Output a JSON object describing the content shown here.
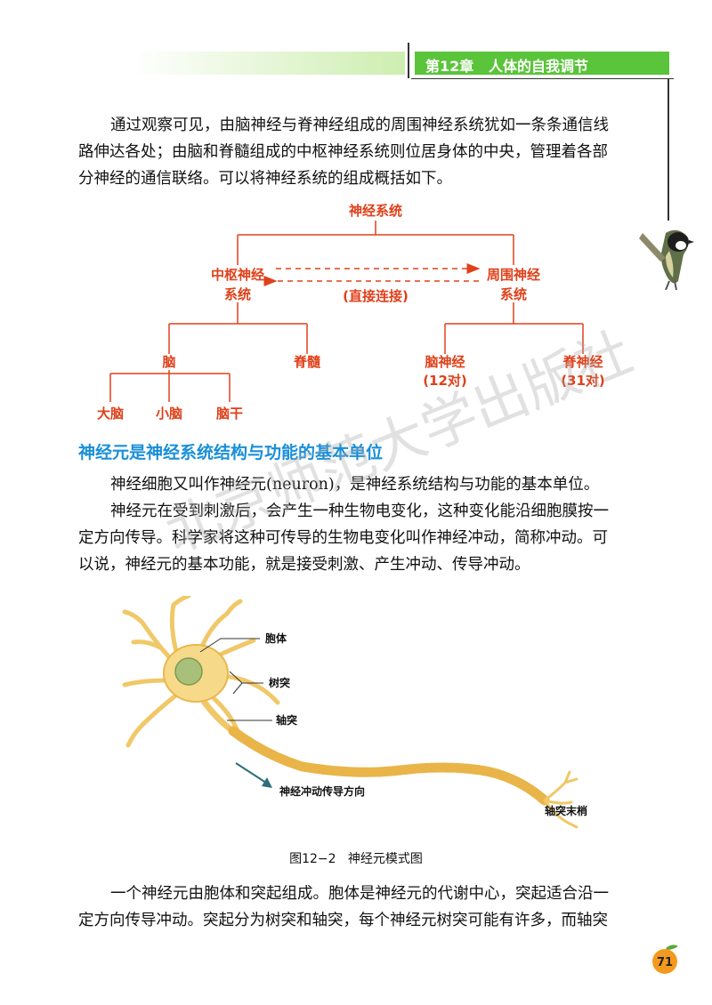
{
  "header": {
    "chapter": "第12章",
    "title": "人体的自我调节",
    "accent_color": "#5ac43a"
  },
  "paragraph1": [
    "通过观察可见，由脑神经与脊神经组成的周围神经系统犹如一条条通信线",
    "路伸达各处；由脑和脊髓组成的中枢神经系统则位居身体的中央，管理着各部",
    "分神经的通信联络。可以将神经系统的组成概括如下。"
  ],
  "diagram": {
    "root": "神经系统",
    "central_line1": "中枢神经",
    "central_line2": "系统",
    "peripheral_line1": "周围神经",
    "peripheral_line2": "系统",
    "link_label": "(直接连接)",
    "brain": "脑",
    "spinal_cord": "脊髓",
    "cranial_nerves": "脑神经",
    "cranial_count": "(12对)",
    "spinal_nerves": "脊神经",
    "spinal_count": "(31对)",
    "cerebrum": "大脑",
    "cerebellum": "小脑",
    "brainstem": "脑干",
    "color": "#e0401a"
  },
  "section_title": "神经元是神经系统结构与功能的基本单位",
  "paragraph2": "神经细胞又叫作神经元(neuron)，是神经系统结构与功能的基本单位。",
  "paragraph3": [
    "神经元在受到刺激后，会产生一种生物电变化，这种变化能沿细胞膜按一",
    "定方向传导。科学家将这种可传导的生物电变化叫作神经冲动，简称冲动。可",
    "以说，神经元的基本功能，就是接受刺激、产生冲动、传导冲动。"
  ],
  "watermark": "北京师范大学出版社",
  "figure": {
    "label_cell_body": "胞体",
    "label_dendrite": "树突",
    "label_axon": "轴突",
    "label_direction": "神经冲动传导方向",
    "label_axon_terminal": "轴突末梢",
    "caption": "图12−2   神经元模式图"
  },
  "paragraph4": [
    "一个神经元由胞体和突起组成。胞体是神经元的代谢中心，突起适合沿一",
    "定方向传导冲动。突起分为树突和轴突，每个神经元树突可能有许多，而轴突"
  ],
  "page_number": "71"
}
